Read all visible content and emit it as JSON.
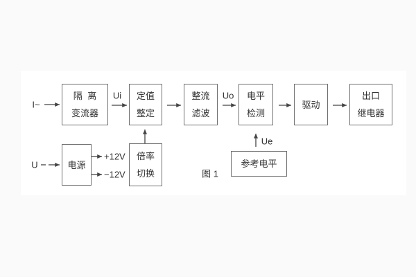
{
  "colors": {
    "background": "#fafafa",
    "paper": "#ffffff",
    "border": "#6e6e6e",
    "line": "#454545",
    "text": "#333333"
  },
  "caption": "图 1",
  "labels": {
    "input_current": "I~",
    "input_voltage": "U",
    "ui": "Ui",
    "uo": "Uo",
    "ue": "Ue",
    "plus_12v": "+12V",
    "minus_12v": "−12V"
  },
  "blocks": {
    "isolation_transformer": {
      "line1": "隔 离",
      "line2": "变流器"
    },
    "setting_adjust": {
      "line1": "定值",
      "line2": "整定"
    },
    "rectifier_filter": {
      "line1": "整流",
      "line2": "滤波"
    },
    "level_detector": {
      "line1": "电平",
      "line2": "检测"
    },
    "driver": {
      "line1": "驱动"
    },
    "output_relay": {
      "line1": "出口",
      "line2": "继电器"
    },
    "power_supply": {
      "line1": "电源"
    },
    "ratio_switch": {
      "line1": "倍率",
      "line2": "切换"
    },
    "reference_level": {
      "line1": "参考电平"
    }
  }
}
